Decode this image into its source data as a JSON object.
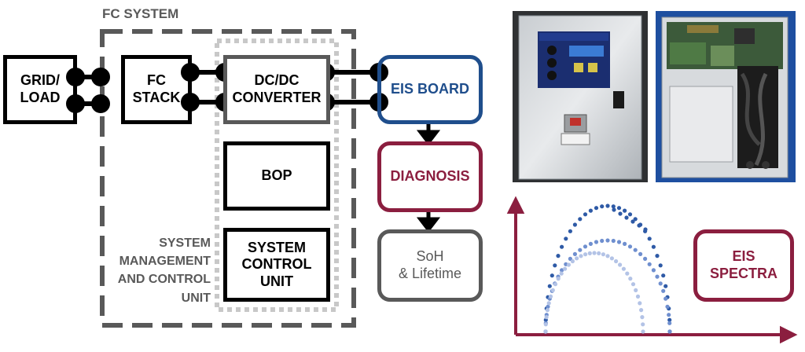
{
  "system_label": "FC SYSTEM",
  "blocks": {
    "grid_load": "GRID/\nLOAD",
    "fc_stack": "FC\nSTACK",
    "dcdc_converter": "DC/DC\nCONVERTER",
    "bop": "BOP",
    "system_control_unit": "SYSTEM\nCONTROL\nUNIT",
    "eis_board": "EIS BOARD",
    "diagnosis": "DIAGNOSIS",
    "soh_lifetime": "SoH\n& Lifetime",
    "eis_spectra": "EIS\nSPECTRA"
  },
  "management_label": "SYSTEM\nMANAGEMENT\nAND CONTROL\nUNIT",
  "colors": {
    "blue": "#1f4e8c",
    "red": "#8b1e3f",
    "gray": "#595959",
    "light_gray": "#c8c8c8",
    "photo_blue_bg": "#1e4fa0"
  },
  "spectra_series": [
    {
      "shade": "#2e5aa6"
    },
    {
      "shade": "#6f8fcf"
    },
    {
      "shade": "#b3c3e6"
    }
  ]
}
